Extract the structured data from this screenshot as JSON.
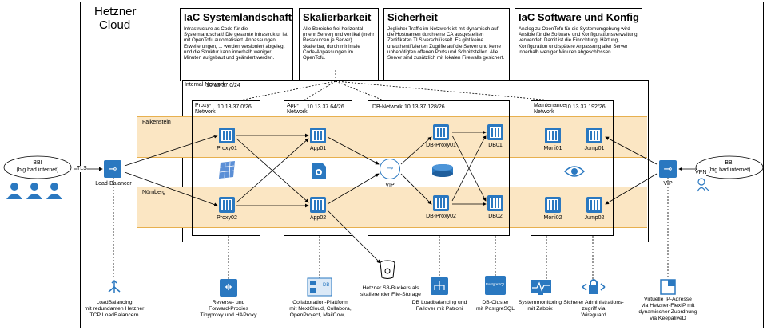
{
  "cloud": {
    "title_line1": "Hetzner",
    "title_line2": "Cloud"
  },
  "info_boxes": [
    {
      "title": "IaC Systemlandschaft",
      "text": "Infrastructure as Code für die Systemlandschaft! Die gesamte Infrastruktur ist mit OpenTofu automatisiert. Anpassungen, Erweiterungen, ... werden versioniert abgelegt und die Struktur kann innerhalb weniger Minuten aufgebaut und geändert werden."
    },
    {
      "title": "Skalierbarkeit",
      "text": "Alle Bereiche frei horizontal (mehr Server) und vertikal (mehr Ressourcen je Server) skalierbar, durch minimale Code-Anpassungen im OpenTofu."
    },
    {
      "title": "Sicherheit",
      "text": "Jeglicher Traffic im Netzwerk ist mit dynamisch auf die Hostnamen durch eine CA ausgestellten Zertifikaten TLS verschlüsselt. Es gibt keine unauthentifizierten Zugriffe auf die Server und keine unbenötigten offenen Ports und Schnittstellen. Alle Server sind zusätzlich mit lokalen Firewalls gesichert."
    },
    {
      "title": "IaC Software und Konfig",
      "text": "Analog zu OpenTofu für die Systemumgebung wird Ansible für die Software und Konfigurationsverwaltung verwendet. Damit ist die Einrichtung, Härtung, Konfiguration und spätere Anpassung aller Server innerhalb weniger Minuten abgeschlossen."
    }
  ],
  "networks": {
    "internal": {
      "name": "Internal Network",
      "cidr": "10.13.37.0/24"
    },
    "proxy": {
      "name": "Proxy-Network",
      "cidr": "10.13.37.0/26"
    },
    "app": {
      "name": "App-Network",
      "cidr": "10.13.37.64/26"
    },
    "db": {
      "name": "DB-Network",
      "cidr": "10.13.37.128/26"
    },
    "maint": {
      "name": "Maintenance Network",
      "cidr": "10.13.37.192/26"
    }
  },
  "locations": {
    "top": "Falkenstein",
    "bottom": "Nürnberg"
  },
  "nodes": {
    "proxy01": "Proxy01",
    "proxy02": "Proxy02",
    "app01": "App01",
    "app02": "App02",
    "dbproxy01": "DB-Proxy01",
    "dbproxy02": "DB-Proxy02",
    "db01": "DB01",
    "db02": "DB02",
    "moni01": "Moni01",
    "moni02": "Moni02",
    "jump01": "Jump01",
    "jump02": "Jump02",
    "loadbalancer": "Load-Balancer",
    "vip_db": "VIP",
    "vip_vpn": "VIP"
  },
  "clients": {
    "left": {
      "line1": "BBI",
      "line2": "(big bad internet)",
      "conn": "TLS"
    },
    "right": {
      "line1": "BBI",
      "line2": "(big bad internet)",
      "conn": "VPN"
    }
  },
  "bottom": {
    "lb": "LoadBalancing\nmit redundanten Hetzner\nTCP LoadBalancern",
    "proxy": "Reverse- und\nForward-Proxies\nTinyproxy und HAProxy",
    "collab": "Collaboration-Plattform\nmit NextCloud, Collabora,\nOpenProject, MailCow, ...",
    "s3": "Hetzner S3-Buckets als\nskalierender File-Storage",
    "dblb": "DB Loadbalancing und\nFailover mit Patroni",
    "dbcluster": "DB-Cluster\nmit PostgreSQL",
    "monitoring": "Systemmonitoring\nmit Zabbix",
    "admin": "Sicherer Administrations-\nzugriff via\nWireguard",
    "vip": "Virtuelle IP-Adresse\nvia Hetzner-FlexIP mit\ndynamischer Zuordnung\nvia KeepaliveD",
    "postgres_badge": "PostgreSQL",
    "db_badge": "DB"
  },
  "colors": {
    "accent": "#2a78c0",
    "band": "#fbe6c3",
    "band_border": "#e7b04f"
  }
}
